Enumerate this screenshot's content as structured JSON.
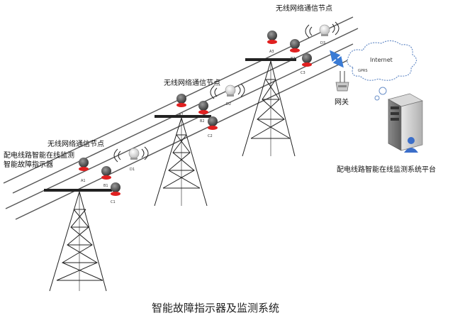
{
  "caption": "智能故障指示器及监测系统",
  "node_labels": [
    "无线网络通信节点",
    "无线网络通信节点",
    "无线网络通信节点"
  ],
  "device_label_line1": "配电线路智能在线监测",
  "device_label_line2": "智能故障指示器",
  "gateway_label": "网关",
  "platform_label": "配电线路智能在线监测系统平台",
  "cloud": {
    "internet": "Internet",
    "gprs": "GPRS"
  },
  "sensor_tags": [
    "A1",
    "B1",
    "C1",
    "D1",
    "A2",
    "B2",
    "C2",
    "D2",
    "A3",
    "B3",
    "C3",
    "D3"
  ],
  "colors": {
    "line": "#555555",
    "tower": "#222222",
    "indicator": "#e02020",
    "cloud": "#6a8fc8",
    "arrow": "#3a7bd5"
  }
}
